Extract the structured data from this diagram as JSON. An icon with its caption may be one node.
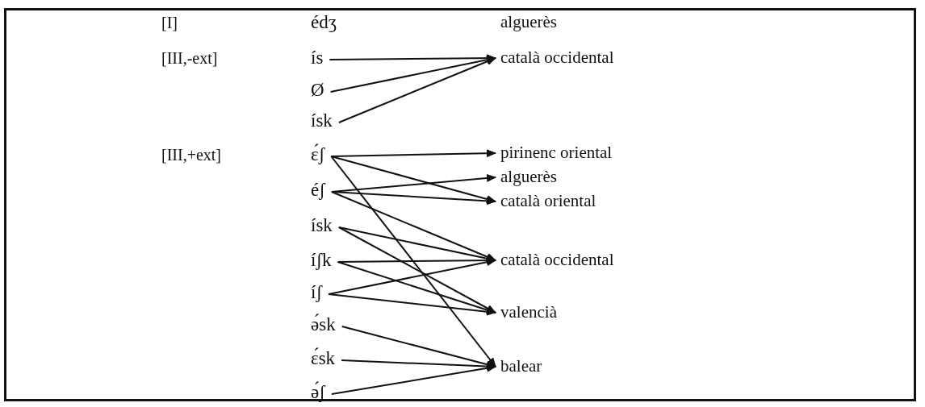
{
  "diagram": {
    "nodes": [
      {
        "text": [
          "édʒ"
        ]
      },
      {
        "text": [
          "ís"
        ]
      },
      {
        "text": [
          "Ø"
        ]
      },
      {
        "text": [
          "ísk"
        ]
      },
      {
        "text": [
          "ɛ́ʃ"
        ]
      },
      {
        "text": [
          "éʃ"
        ]
      },
      {
        "text": [
          "ísk"
        ]
      },
      {
        "text": [
          "íʃk"
        ]
      },
      {
        "text": [
          "íʃ"
        ]
      },
      {
        "text": [
          "ə́sk"
        ]
      },
      {
        "text": [
          "ɛ́sk"
        ]
      },
      {
        "text": [
          "ə́ʃ"
        ]
      },
      {
        "text": [
          "alguerès"
        ]
      },
      {
        "text": [
          "català occidental"
        ]
      },
      {
        "text": [
          "pirinenc oriental"
        ]
      },
      {
        "text": [
          "alguerès"
        ]
      },
      {
        "text": [
          "català oriental"
        ]
      },
      {
        "text": [
          "català occidental"
        ]
      },
      {
        "text": [
          "valencià"
        ]
      },
      {
        "text": [
          "balear"
        ]
      }
    ],
    "edges": [
      {
        "from": 1,
        "to": 13,
        "arrow": "to"
      },
      {
        "from": 2,
        "to": 13,
        "arrow": "to"
      },
      {
        "from": 3,
        "to": 13,
        "arrow": "to"
      },
      {
        "from": 4,
        "to": 14,
        "arrow": "to"
      },
      {
        "from": 4,
        "to": 16,
        "arrow": "to"
      },
      {
        "from": 4,
        "to": 19,
        "arrow": "to"
      },
      {
        "from": 5,
        "to": 15,
        "arrow": "to"
      },
      {
        "from": 5,
        "to": 16,
        "arrow": "to"
      },
      {
        "from": 5,
        "to": 17,
        "arrow": "to"
      },
      {
        "from": 6,
        "to": 17,
        "arrow": "to"
      },
      {
        "from": 6,
        "to": 18,
        "arrow": "to"
      },
      {
        "from": 7,
        "to": 17,
        "arrow": "to"
      },
      {
        "from": 7,
        "to": 18,
        "arrow": "to"
      },
      {
        "from": 8,
        "to": 17,
        "arrow": "to"
      },
      {
        "from": 8,
        "to": 18,
        "arrow": "to"
      },
      {
        "from": 9,
        "to": 19,
        "arrow": "to"
      },
      {
        "from": 10,
        "to": 19,
        "arrow": "to"
      },
      {
        "from": 11,
        "to": 19,
        "arrow": "to"
      }
    ],
    "labels": [
      "[I]",
      "[III,-ext]",
      "[III,+ext]"
    ]
  }
}
